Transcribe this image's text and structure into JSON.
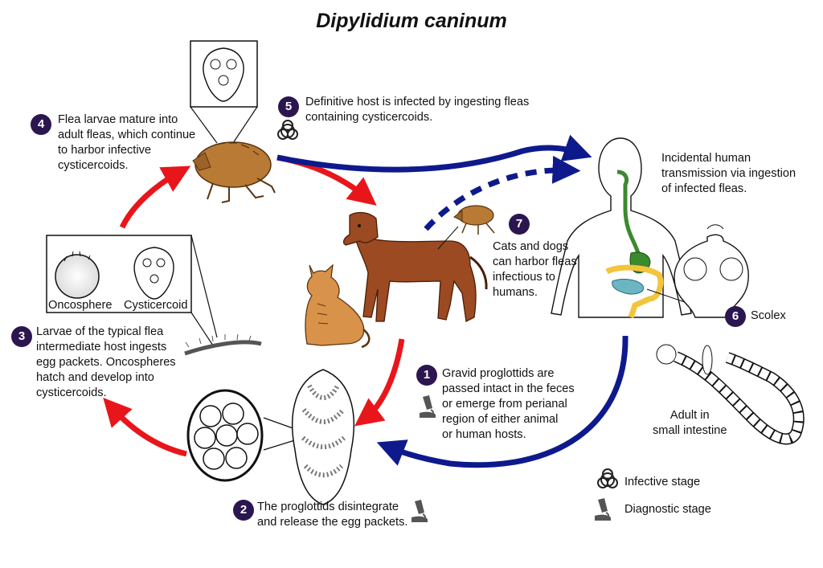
{
  "title": "Dipylidium caninum",
  "steps": [
    {
      "num": "1",
      "text": "Gravid proglottids are\npassed intact in the feces\nor emerge from perianal\nregion of either animal\nor human hosts.",
      "icon": "microscope-icon"
    },
    {
      "num": "2",
      "text": "The proglottids disintegrate\nand release the egg packets.",
      "icon": "microscope-icon"
    },
    {
      "num": "3",
      "text": "Larvae of the typical flea\nintermediate host ingests\negg packets. Oncospheres\nhatch and develop into\ncysticercoids."
    },
    {
      "num": "4",
      "text": "Flea larvae mature into\nadult fleas, which continue\nto harbor infective\ncysticercoids."
    },
    {
      "num": "5",
      "text": "Definitive host is infected by ingesting fleas\ncontaining cysticercoids.",
      "icon": "biohazard-icon"
    },
    {
      "num": "6",
      "text": "Scolex"
    },
    {
      "num": "7",
      "text": "Cats and dogs\ncan harbor fleas\ninfectious to\nhumans."
    }
  ],
  "labels": {
    "human_transmission": "Incidental human\ntransmission via ingestion\nof infected fleas.",
    "adult": "Adult in\nsmall intestine",
    "oncosphere": "Oncosphere",
    "cysticercoid": "Cysticercoid"
  },
  "legend": {
    "infective": "Infective stage",
    "diagnostic": "Diagnostic stage"
  },
  "colors": {
    "red_arrow": "#e8161b",
    "blue_arrow": "#0e1a8c",
    "badge": "#2b1650",
    "flea": "#b87a35",
    "dog": "#9b4a22",
    "cat": "#d9924a",
    "intestine": "#f2c53d"
  }
}
